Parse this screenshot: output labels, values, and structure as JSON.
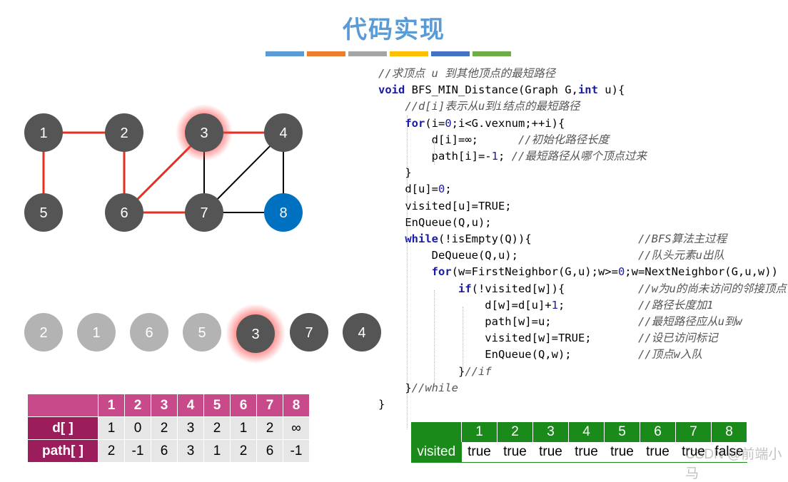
{
  "title": "代码实现",
  "accent_bars": [
    "#5b9bd5",
    "#ed7d31",
    "#a5a5a5",
    "#ffc000",
    "#4472c4",
    "#70ad47"
  ],
  "graph": {
    "nodes": [
      "1",
      "2",
      "3",
      "4",
      "5",
      "6",
      "7",
      "8"
    ],
    "edges_tree": [
      [
        "1",
        "2"
      ],
      [
        "1",
        "5"
      ],
      [
        "2",
        "6"
      ],
      [
        "3",
        "6"
      ],
      [
        "6",
        "7"
      ],
      [
        "3",
        "4"
      ]
    ],
    "edges_other": [
      [
        "3",
        "7"
      ],
      [
        "4",
        "7"
      ],
      [
        "4",
        "8"
      ],
      [
        "7",
        "8"
      ]
    ],
    "highlight_node": "3",
    "current_node": "8",
    "colors": {
      "node": "#555555",
      "current": "#0070c0",
      "tree_edge": "#e53020",
      "edge": "#000000",
      "glow": "#ff4040"
    }
  },
  "queue": {
    "items": [
      {
        "label": "2",
        "state": "done"
      },
      {
        "label": "1",
        "state": "done"
      },
      {
        "label": "6",
        "state": "done"
      },
      {
        "label": "5",
        "state": "done"
      },
      {
        "label": "3",
        "state": "active"
      },
      {
        "label": "7",
        "state": "waiting"
      },
      {
        "label": "4",
        "state": "waiting"
      }
    ]
  },
  "code": {
    "lines": [
      "//求顶点 u 到其他顶点的最短路径",
      "void BFS_MIN_Distance(Graph G,int u){",
      "    //d[i]表示从u到i结点的最短路径",
      "    for(i=0;i<G.vexnum;++i){",
      "        d[i]=∞;      //初始化路径长度",
      "        path[i]=-1; //最短路径从哪个顶点过来",
      "    }",
      "    d[u]=0;",
      "    visited[u]=TRUE;",
      "    EnQueue(Q,u);",
      "    while(!isEmpty(Q)){                //BFS算法主过程",
      "        DeQueue(Q,u);                  //队头元素u出队",
      "        for(w=FirstNeighbor(G,u);w>=0;w=NextNeighbor(G,u,w))",
      "            if(!visited[w]){           //w为u的尚未访问的邻接顶点",
      "                d[w]=d[u]+1;           //路径长度加1",
      "                path[w]=u;             //最短路径应从u到w",
      "                visited[w]=TRUE;       //设已访问标记",
      "                EnQueue(Q,w);          //顶点w入队",
      "            }//if",
      "    }//while",
      "}"
    ]
  },
  "dist_table": {
    "headers": [
      "1",
      "2",
      "3",
      "4",
      "5",
      "6",
      "7",
      "8"
    ],
    "rows": [
      {
        "label": "d[ ]",
        "values": [
          "1",
          "0",
          "2",
          "3",
          "2",
          "1",
          "2",
          "∞"
        ]
      },
      {
        "label": "path[ ]",
        "values": [
          "2",
          "-1",
          "6",
          "3",
          "1",
          "2",
          "6",
          "-1"
        ]
      }
    ]
  },
  "visited_table": {
    "headers": [
      "1",
      "2",
      "3",
      "4",
      "5",
      "6",
      "7",
      "8"
    ],
    "label": "visited",
    "values": [
      "true",
      "true",
      "true",
      "true",
      "true",
      "true",
      "true",
      "false"
    ]
  },
  "watermark": "CSDN @前端小马"
}
